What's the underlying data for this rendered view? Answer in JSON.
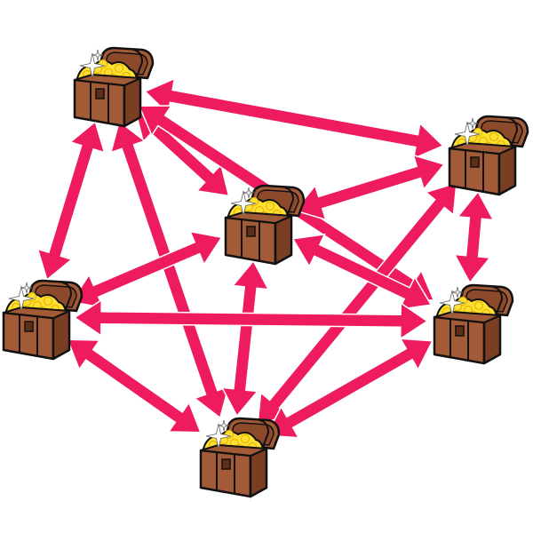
{
  "diagram": {
    "arrow_color": "#ee1c5e",
    "chest_colors": {
      "wood": "#a35a36",
      "wood_dark": "#7a3f22",
      "lid_inner": "#8c4a2b",
      "band": "#5e2f18",
      "gold": "#ffdf33",
      "gold_dark": "#e3b800",
      "outline": "#111111",
      "sparkle": "#ffffff"
    },
    "nodes": [
      {
        "id": "chest-top-left",
        "icon": "treasure-chest-icon"
      },
      {
        "id": "chest-top-right",
        "icon": "treasure-chest-icon"
      },
      {
        "id": "chest-center",
        "icon": "treasure-chest-icon"
      },
      {
        "id": "chest-left",
        "icon": "treasure-chest-icon"
      },
      {
        "id": "chest-right",
        "icon": "treasure-chest-icon"
      },
      {
        "id": "chest-bottom",
        "icon": "treasure-chest-icon"
      }
    ],
    "edges": [
      {
        "from": "chest-top-left",
        "to": "chest-top-right",
        "direction": "both"
      },
      {
        "from": "chest-top-left",
        "to": "chest-center",
        "direction": "both"
      },
      {
        "from": "chest-top-left",
        "to": "chest-left",
        "direction": "both"
      },
      {
        "from": "chest-top-left",
        "to": "chest-bottom",
        "direction": "both"
      },
      {
        "from": "chest-top-left",
        "to": "chest-right",
        "direction": "both"
      },
      {
        "from": "chest-top-right",
        "to": "chest-center",
        "direction": "both"
      },
      {
        "from": "chest-top-right",
        "to": "chest-right",
        "direction": "both"
      },
      {
        "from": "chest-top-right",
        "to": "chest-bottom",
        "direction": "both"
      },
      {
        "from": "chest-center",
        "to": "chest-left",
        "direction": "both"
      },
      {
        "from": "chest-center",
        "to": "chest-right",
        "direction": "both"
      },
      {
        "from": "chest-center",
        "to": "chest-bottom",
        "direction": "both"
      },
      {
        "from": "chest-left",
        "to": "chest-right",
        "direction": "both"
      },
      {
        "from": "chest-left",
        "to": "chest-bottom",
        "direction": "both"
      },
      {
        "from": "chest-right",
        "to": "chest-bottom",
        "direction": "both"
      }
    ]
  }
}
